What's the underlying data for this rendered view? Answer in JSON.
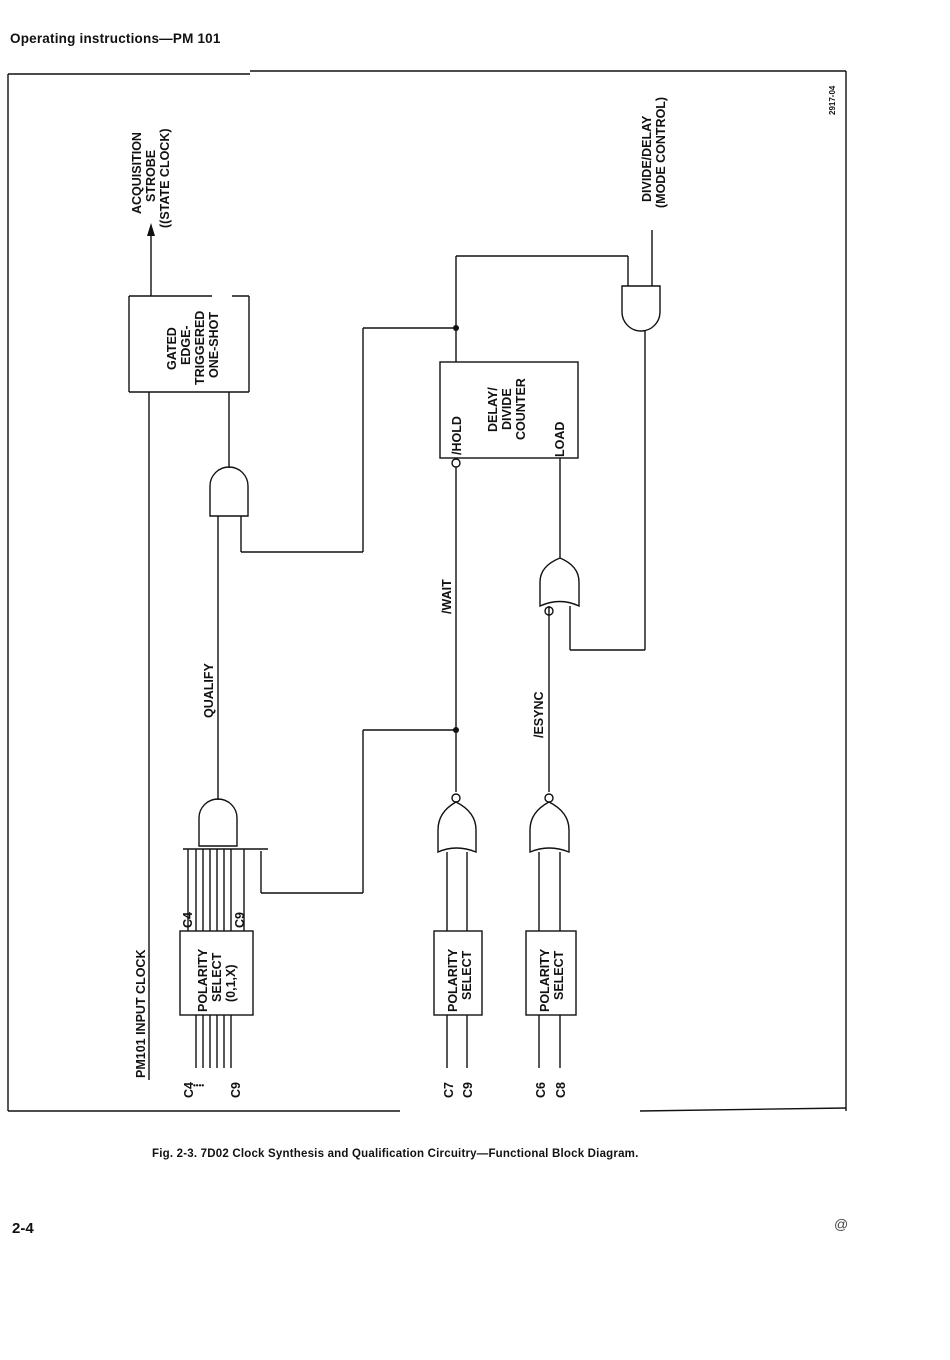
{
  "header": {
    "text": "Operating instructions—PM 101"
  },
  "figure_id": "2917-04",
  "labels": {
    "acq_l1": "ACQUISITION",
    "acq_l2": "STROBE",
    "acq_l3": "((STATE CLOCK)",
    "mode_l1": "DIVIDE/DELAY",
    "mode_l2": "(MODE CONTROL)",
    "one_l1": "GATED",
    "one_l2": "EDGE-",
    "one_l3": "TRIGGERED",
    "one_l4": "ONE-SHOT",
    "cnt_l1": "DELAY/",
    "cnt_l2": "DIVIDE",
    "cnt_l3": "COUNTER",
    "hold": "/HOLD",
    "load": "LOAD",
    "wait": "/WAIT",
    "qualify": "QUALIFY",
    "esync": "/ESYNC",
    "input_clock": "PM101 INPUT CLOCK",
    "ps1_l1": "POLARITY",
    "ps1_l2": "SELECT",
    "ps1_l3": "(0,1,X)",
    "ps2_l1": "POLARITY",
    "ps2_l2": "SELECT",
    "ps3_l1": "POLARITY",
    "ps3_l2": "SELECT",
    "ps1_top_c4": "C4",
    "ps1_top_c9": "C9",
    "bus_c4": "C4",
    "bus_dots": "••••",
    "bus_c9": "C9",
    "in_c7": "C7",
    "in_c9": "C9",
    "in_c6": "C6",
    "in_c8": "C8"
  },
  "caption": "Fig. 2-3. 7D02 Clock Synthesis and Qualification Circuitry—Functional Block Diagram.",
  "page_number": "2-4",
  "corner_mark": "@"
}
